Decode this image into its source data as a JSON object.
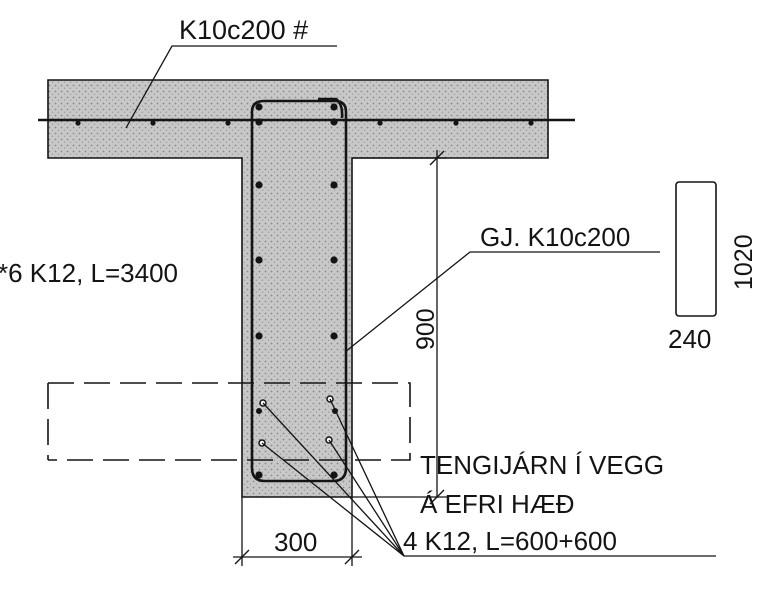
{
  "labels": {
    "slab_reinforcement": "K10c200 #",
    "stirrups": "GJ. K10c200",
    "longitudinal_bars": "*6 K12, L=3400",
    "connector_line1": "TENGIJÁRN Í VEGG",
    "connector_line2": "Á EFRI HÆÐ",
    "connector_line3": "4 K12, L=600+600"
  },
  "dimensions": {
    "beam_depth": "900",
    "beam_width": "300",
    "section_height": "1020",
    "section_width": "240"
  },
  "colors": {
    "ink": "#141414",
    "concrete_fill": "#c8c8c8",
    "paper": "#ffffff"
  }
}
